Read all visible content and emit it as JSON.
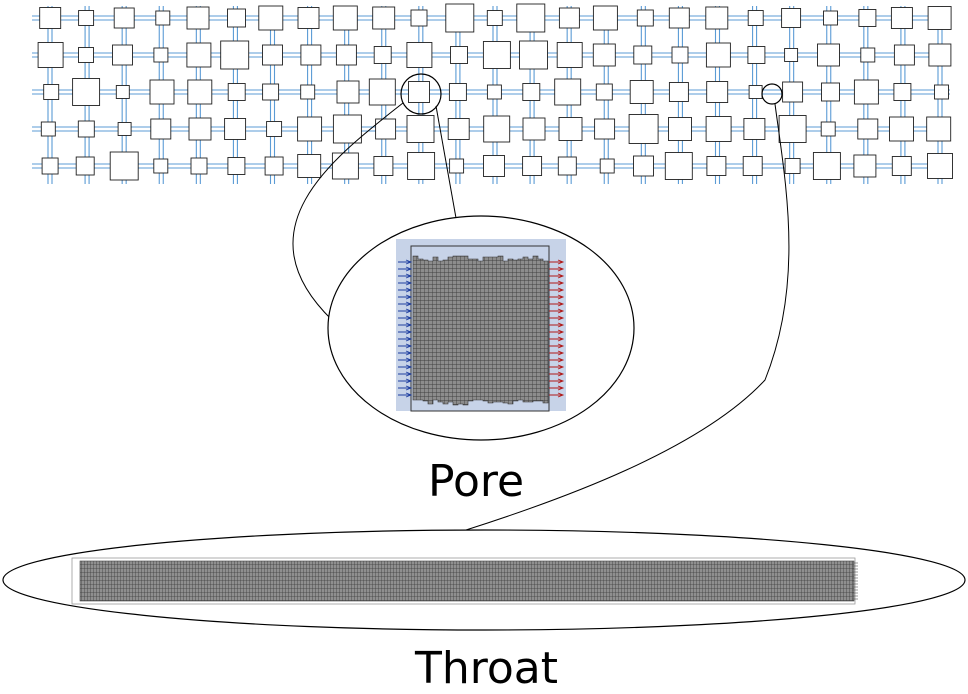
{
  "labels": {
    "pore": "Pore",
    "throat": "Throat"
  },
  "network": {
    "rows": 5,
    "columns": 25,
    "colors": {
      "throat_line": "#5b9bd5",
      "pore_outline": "#1f1f1f",
      "pore_fill": "#ffffff"
    }
  },
  "pore_mesh": {
    "colors": {
      "background": "#c7d3e8",
      "mesh": "#4d4d4d",
      "inlet_arrows": "#1f3fa0",
      "outlet_arrows": "#b01818"
    }
  },
  "throat_mesh": {
    "colors": {
      "mesh": "#4d4d4d",
      "outline": "#000000"
    }
  }
}
